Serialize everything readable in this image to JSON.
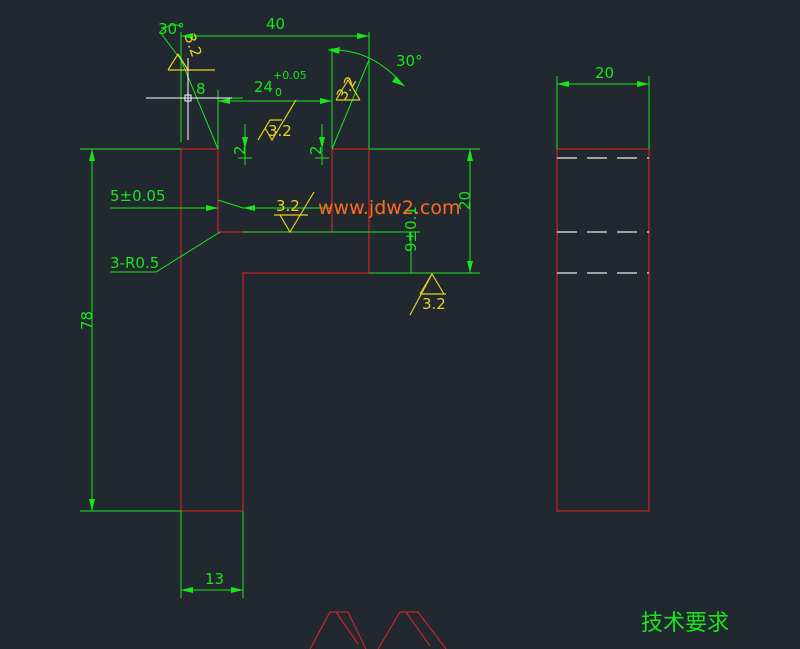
{
  "drawing": {
    "colors": {
      "background": "#212830",
      "outline": "#c8252b",
      "dimension": "#19e619",
      "roughness": "#e6d21e",
      "hidden_line": "#c8c8c8",
      "watermark": "#ff6a1e"
    },
    "dimensions": {
      "width_40": "40",
      "depth_20": "20",
      "height_78": "78",
      "base_13": "13",
      "slot_24": "24",
      "slot_24_tol_upper": "+0.05",
      "slot_24_tol_lower": "0",
      "offset_8": "8",
      "groove_2_left": "2",
      "groove_2_right": "2",
      "step_5": "5±0.05",
      "height_20": "20",
      "step_9": "9±0.1",
      "radius": "3-R0.5",
      "angle_left": "30°",
      "angle_right": "30°"
    },
    "roughness": {
      "top_left": "3.2",
      "top_center": "3.2",
      "top_right": "3.2",
      "middle": "3.2",
      "right": "3.2"
    },
    "watermark": "www.jdw2.com",
    "notes_heading": "技术要求"
  }
}
